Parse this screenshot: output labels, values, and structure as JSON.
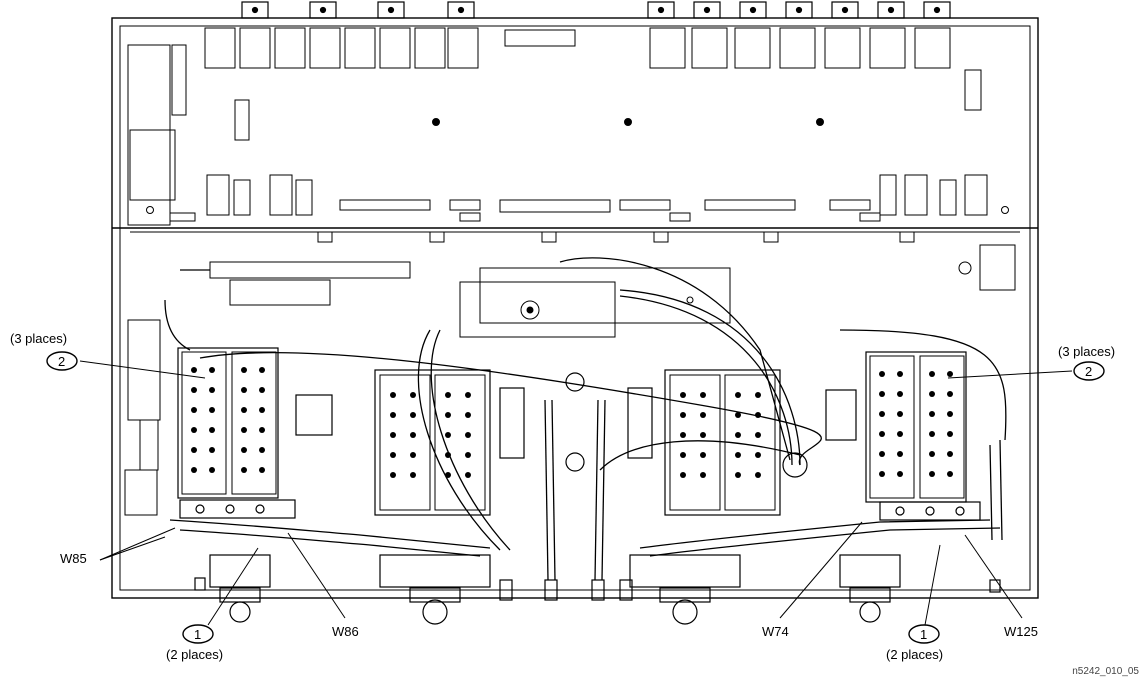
{
  "callouts": {
    "places_3": "(3 places)",
    "places_2": "(2 places)",
    "num_1": "1",
    "num_2": "2"
  },
  "cables": {
    "w85": "W85",
    "w86": "W86",
    "w74": "W74",
    "w125": "W125"
  },
  "figure_id": "n5242_010_05"
}
